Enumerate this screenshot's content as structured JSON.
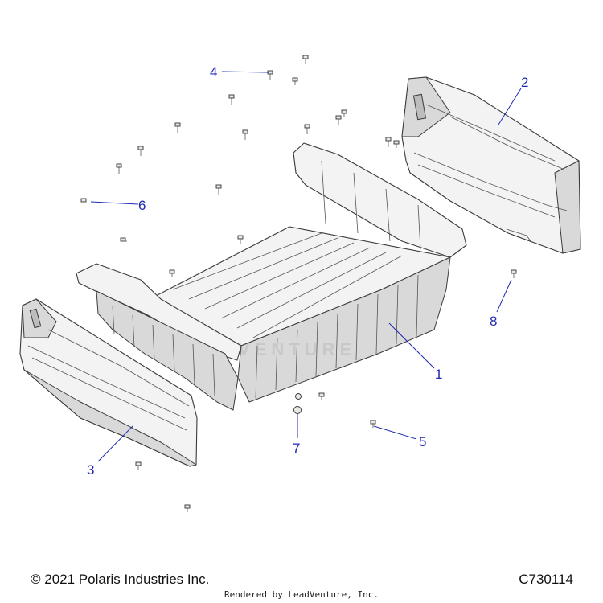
{
  "diagram": {
    "callouts": [
      {
        "id": "1",
        "label": "1"
      },
      {
        "id": "2",
        "label": "2"
      },
      {
        "id": "3",
        "label": "3"
      },
      {
        "id": "4",
        "label": "4"
      },
      {
        "id": "5",
        "label": "5"
      },
      {
        "id": "6",
        "label": "6"
      },
      {
        "id": "7",
        "label": "7"
      },
      {
        "id": "8",
        "label": "8"
      }
    ],
    "watermark": "VENTURE",
    "callout_color": "#1f2ab3"
  },
  "footer": {
    "copyright": "© 2021 Polaris Industries Inc.",
    "diagram_code": "C730114",
    "rendered_by": "Rendered by LeadVenture, Inc."
  }
}
